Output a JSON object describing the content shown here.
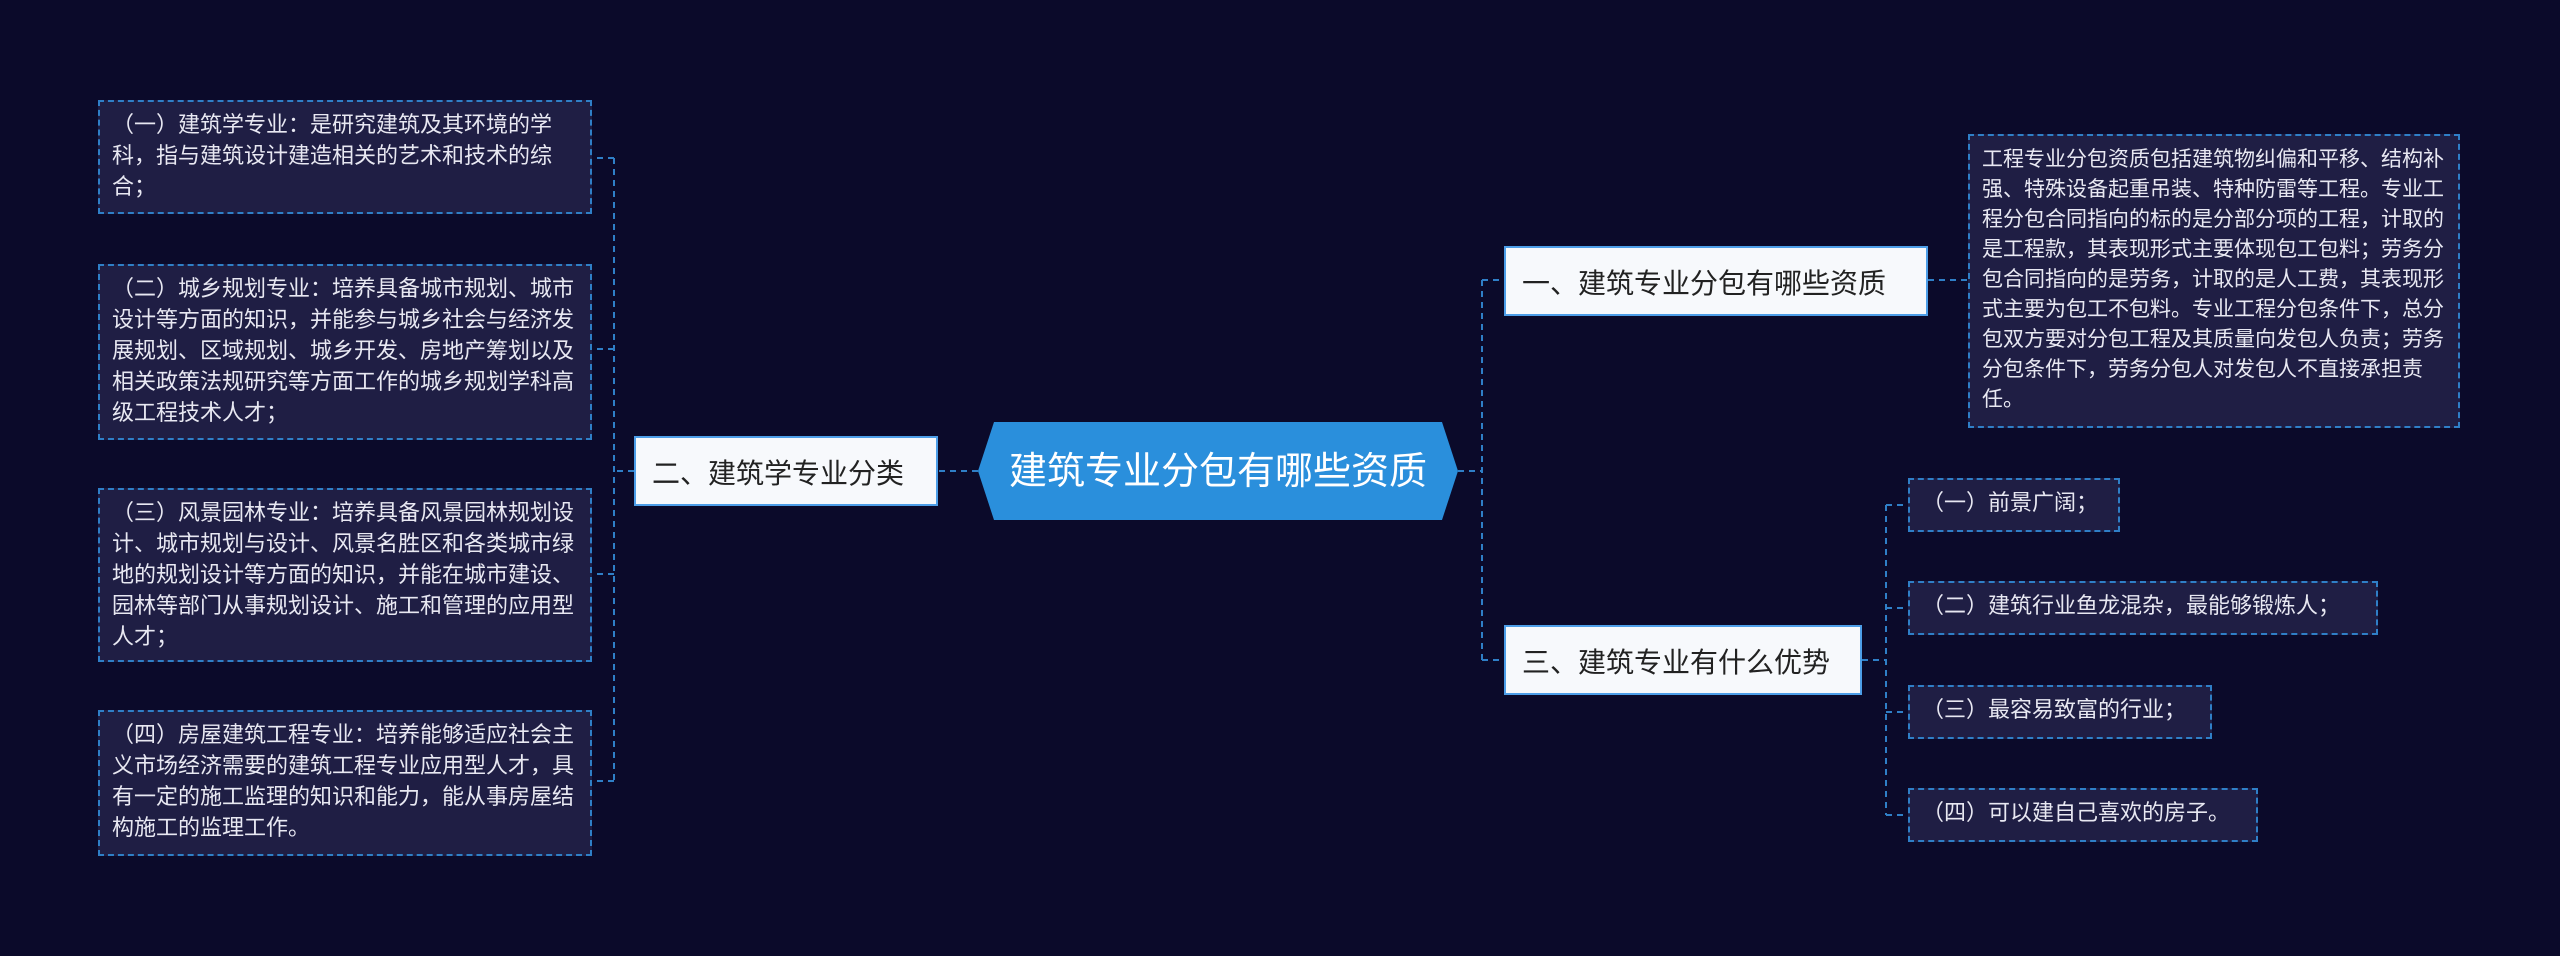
{
  "root": {
    "title": "建筑专业分包有哪些资质"
  },
  "branches": {
    "b1": {
      "label": "一、建筑专业分包有哪些资质",
      "leaves": [
        "工程专业分包资质包括建筑物纠偏和平移、结构补强、特殊设备起重吊装、特种防雷等工程。专业工程分包合同指向的标的是分部分项的工程，计取的是工程款，其表现形式主要体现包工包料；劳务分包合同指向的是劳务，计取的是人工费，其表现形式主要为包工不包料。专业工程分包条件下，总分包双方要对分包工程及其质量向发包人负责；劳务分包条件下，劳务分包人对发包人不直接承担责任。"
      ]
    },
    "b2": {
      "label": "二、建筑学专业分类",
      "leaves": [
        "（一）建筑学专业：是研究建筑及其环境的学科，指与建筑设计建造相关的艺术和技术的综合；",
        "（二）城乡规划专业：培养具备城市规划、城市设计等方面的知识，并能参与城乡社会与经济发展规划、区域规划、城乡开发、房地产筹划以及相关政策法规研究等方面工作的城乡规划学科高级工程技术人才；",
        "（三）风景园林专业：培养具备风景园林规划设计、城市规划与设计、风景名胜区和各类城市绿地的规划设计等方面的知识，并能在城市建设、园林等部门从事规划设计、施工和管理的应用型人才；",
        "（四）房屋建筑工程专业：培养能够适应社会主义市场经济需要的建筑工程专业应用型人才，具有一定的施工监理的知识和能力，能从事房屋结构施工的监理工作。"
      ]
    },
    "b3": {
      "label": "三、建筑专业有什么优势",
      "leaves": [
        "（一）前景广阔；",
        "（二）建筑行业鱼龙混杂，最能够锻炼人；",
        "（三）最容易致富的行业；",
        "（四）可以建自己喜欢的房子。"
      ]
    }
  },
  "colors": {
    "background": "#0b0a2a",
    "root_fill": "#2a8fdc",
    "branch_fill": "#f7f9fc",
    "leaf_fill": "#1f1e44",
    "connector": "#2f7fc7"
  }
}
